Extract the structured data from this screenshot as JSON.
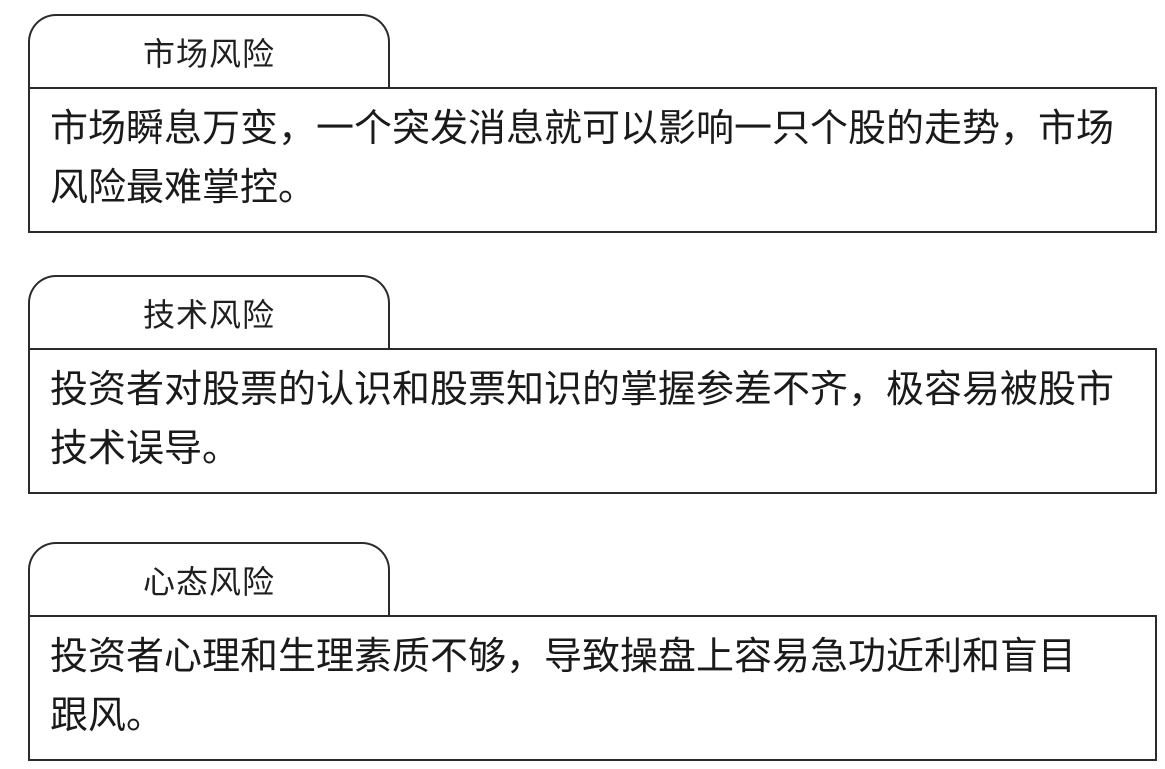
{
  "page": {
    "background_color": "#ffffff",
    "border_color": "#2b2b2b",
    "text_color": "#1a1a1a"
  },
  "sections": [
    {
      "tab": "市场风险",
      "lines": [
        "市场瞬息万变，一个突发消息就可以影响一只个股的走势，市场",
        "风险最难掌控。"
      ]
    },
    {
      "tab": "技术风险",
      "lines": [
        "投资者对股票的认识和股票知识的掌握参差不齐，极容易被股市",
        "技术误导。"
      ]
    },
    {
      "tab": "心态风险",
      "lines": [
        "投资者心理和生理素质不够，导致操盘上容易急功近利和盲目",
        "跟风。"
      ]
    }
  ]
}
